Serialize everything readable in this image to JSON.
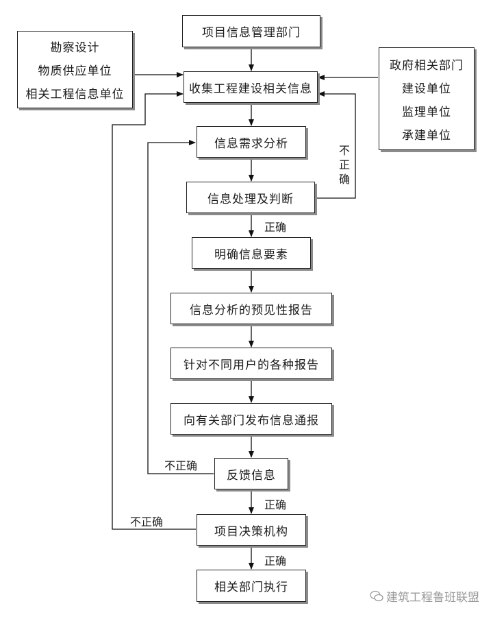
{
  "nodes": {
    "mgmt": "项目信息管理部门",
    "collect": "收集工程建设相关信息",
    "demand": "信息需求分析",
    "process": "信息处理及判断",
    "elements": "明确信息要素",
    "forecast": "信息分析的预见性报告",
    "reports": "针对不同用户的各种报告",
    "publish": "向有关部门发布信息通报",
    "feedback": "反馈信息",
    "decision": "项目决策机构",
    "execute": "相关部门执行"
  },
  "left_sources": [
    "勘察设计",
    "物质供应单位",
    "相关工程信息单位"
  ],
  "right_sources": [
    "政府相关部门",
    "建设单位",
    "监理单位",
    "承建单位"
  ],
  "labels": {
    "correct_process": "正确",
    "incorrect_process": [
      "不",
      "正",
      "确"
    ],
    "incorrect_feedback": "不正确",
    "correct_feedback": "正确",
    "incorrect_decision": "不正确",
    "correct_decision": "正确"
  },
  "watermark": "建筑工程鲁班联盟"
}
